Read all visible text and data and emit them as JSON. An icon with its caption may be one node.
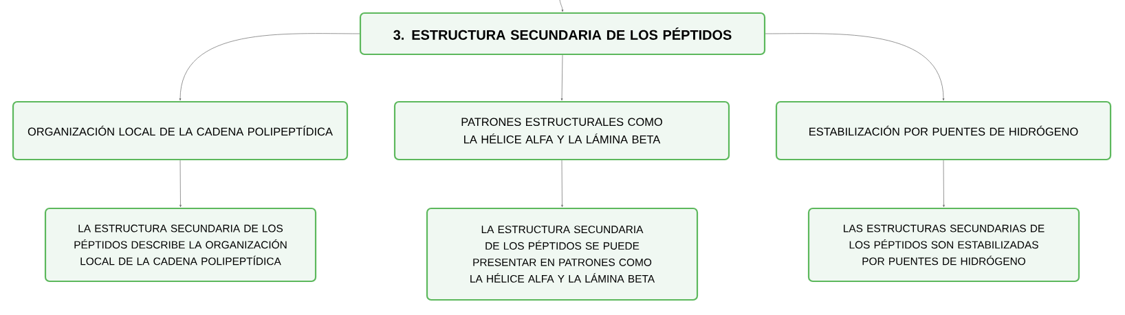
{
  "diagram": {
    "nodes": [
      {
        "text": [
          "3. ESTRUCTURA SECUNDARIA DE LOS PÉPTIDOS"
        ]
      },
      {
        "text": [
          "ORGANIZACIÓN LOCAL DE LA CADENA POLIPEPTÍDICA"
        ]
      },
      {
        "text": [
          "PATRONES ESTRUCTURALES COMO LA HÉLICE ALFA Y LA LÁMINA BETA"
        ]
      },
      {
        "text": [
          "ESTABILIZACIÓN POR PUENTES DE HIDRÓGENO"
        ]
      },
      {
        "text": [
          "LA ESTRUCTURA SECUNDARIA DE LOS PÉPTIDOS DESCRIBE LA ORGANIZACIÓN LOCAL DE LA CADENA POLIPEPTÍDICA"
        ]
      },
      {
        "text": [
          "LA ESTRUCTURA SECUNDARIA DE LOS PÉPTIDOS SE PUEDE PRESENTAR EN PATRONES COMO LA HÉLICE ALFA Y LA LÁMINA BETA"
        ]
      },
      {
        "text": [
          "LAS ESTRUCTURAS SECUNDARIAS DE LOS PÉPTIDOS SON ESTABILIZADAS POR PUENTES DE HIDRÓGENO"
        ]
      }
    ],
    "edges": [
      {
        "from": null,
        "to": 0,
        "arrow": "to"
      },
      {
        "from": 0,
        "to": 1,
        "arrow": "to"
      },
      {
        "from": 0,
        "to": 2,
        "arrow": "to"
      },
      {
        "from": 0,
        "to": 3,
        "arrow": "to"
      },
      {
        "from": 1,
        "to": 4,
        "arrow": "to"
      },
      {
        "from": 2,
        "to": 5,
        "arrow": "to"
      },
      {
        "from": 3,
        "to": 6,
        "arrow": "to"
      }
    ]
  }
}
